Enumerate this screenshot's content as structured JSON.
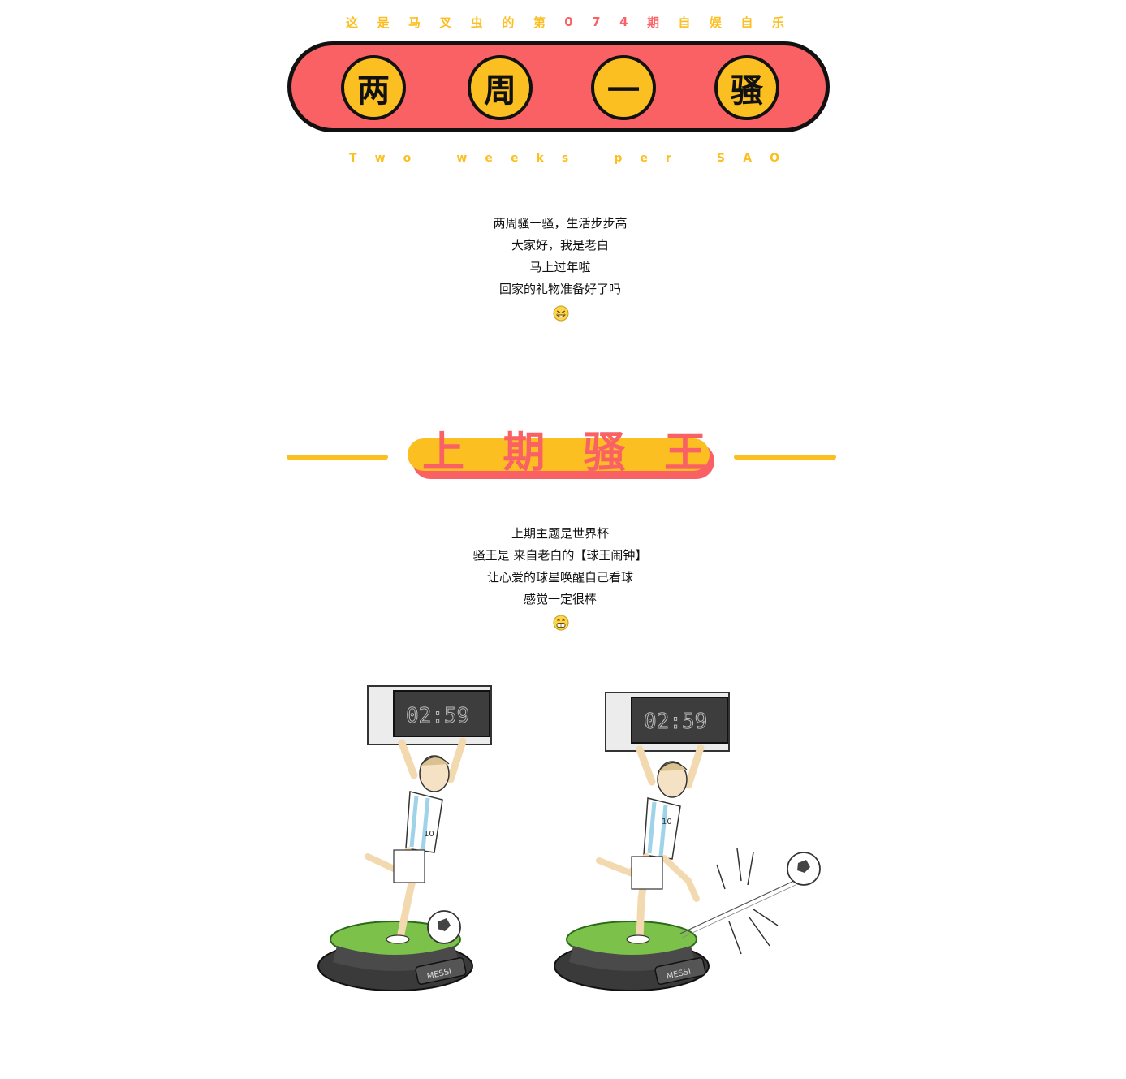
{
  "header": {
    "issue_chars": [
      "这",
      "是",
      "马",
      "叉",
      "虫",
      "的",
      "第",
      "0",
      "7",
      "4",
      "期",
      "自",
      "娱",
      "自",
      "乐"
    ],
    "title_chars": [
      "两",
      "周",
      "一",
      "骚"
    ],
    "english_chars": [
      "T",
      "w",
      "o",
      "w",
      "e",
      "e",
      "k",
      "s",
      "p",
      "e",
      "r",
      "S",
      "A",
      "O"
    ]
  },
  "intro": {
    "lines": [
      "两周骚一骚，生活步步高",
      "大家好，我是老白",
      "马上过年啦",
      "回家的礼物准备好了吗"
    ],
    "emoji": "grinning-squint-emoji"
  },
  "section": {
    "title_chars": [
      "上",
      "期",
      "骚",
      "王"
    ]
  },
  "winner": {
    "lines": [
      "上期主题是世界杯",
      "骚王是 来自老白的【球王闹钟】",
      "让心爱的球星唤醒自己看球",
      "感觉一定很棒"
    ],
    "emoji": "grinning-emoji"
  },
  "illustrations": {
    "clock_display": "02:59",
    "plinth_label": "MESSI",
    "jersey_number": "10"
  },
  "colors": {
    "red": "#f96165",
    "yellow": "#fcbf22",
    "dark": "#111111",
    "grass": "#7cc24a",
    "jersey_blue": "#9fd3ea"
  }
}
